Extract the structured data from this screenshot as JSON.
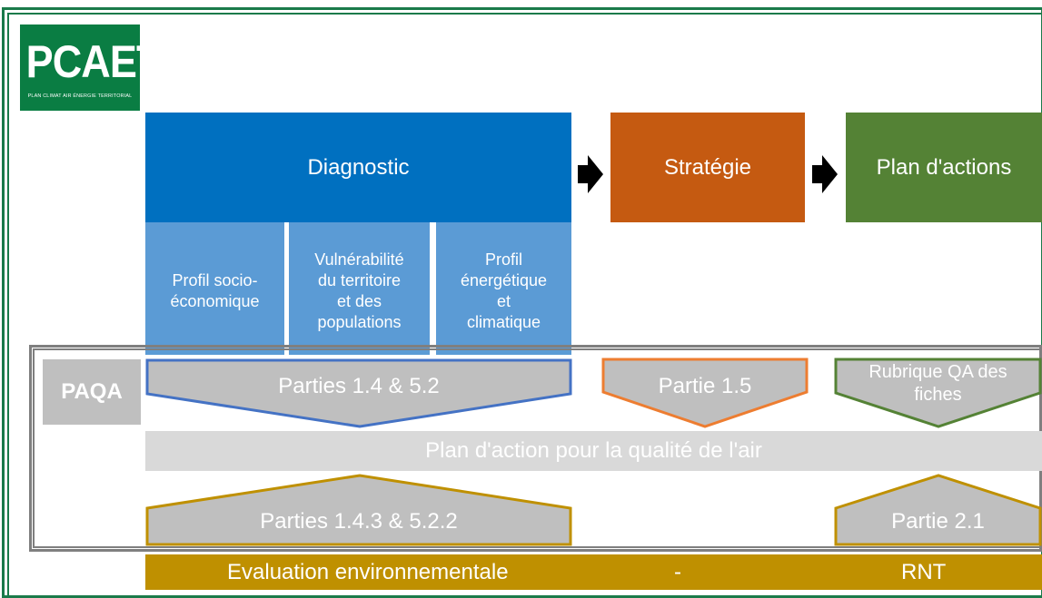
{
  "logo": {
    "title": "PCAET",
    "subtitle": "PLAN CLIMAT AIR ÉNERGIE TERRITORIAL"
  },
  "steps": {
    "diagnostic": "Diagnostic",
    "strategie": "Stratégie",
    "plan_actions": "Plan d'actions"
  },
  "diagnostic_parts": [
    {
      "lines": [
        "Profil socio-",
        "économique"
      ]
    },
    {
      "lines": [
        "Vulnérabilité",
        "du territoire",
        "et des",
        "populations"
      ]
    },
    {
      "lines": [
        "Profil",
        "énergétique",
        "et",
        "climatique"
      ]
    }
  ],
  "paqa": {
    "label": "PAQA",
    "parts_diagnostic": "Parties 1.4 & 5.2",
    "part_strategie": "Partie 1.5",
    "part_plan": [
      "Rubrique QA des",
      "fiches"
    ],
    "bar": "Plan d'action pour la qualité de l'air"
  },
  "evaluation": {
    "parts_diagnostic": "Parties 1.4.3 & 5.2.2",
    "part_plan": "Partie 2.1",
    "bar_left": "Evaluation environnementale",
    "bar_mid": "-",
    "bar_right": "RNT"
  },
  "colors": {
    "frame": "#1a7a4a",
    "diagnostic": "#0070c0",
    "diagnostic_parts": "#5b9bd5",
    "strategie": "#c55a11",
    "plan_actions": "#548235",
    "gray": "#bfbfbf",
    "evaluation": "#bf9000"
  }
}
